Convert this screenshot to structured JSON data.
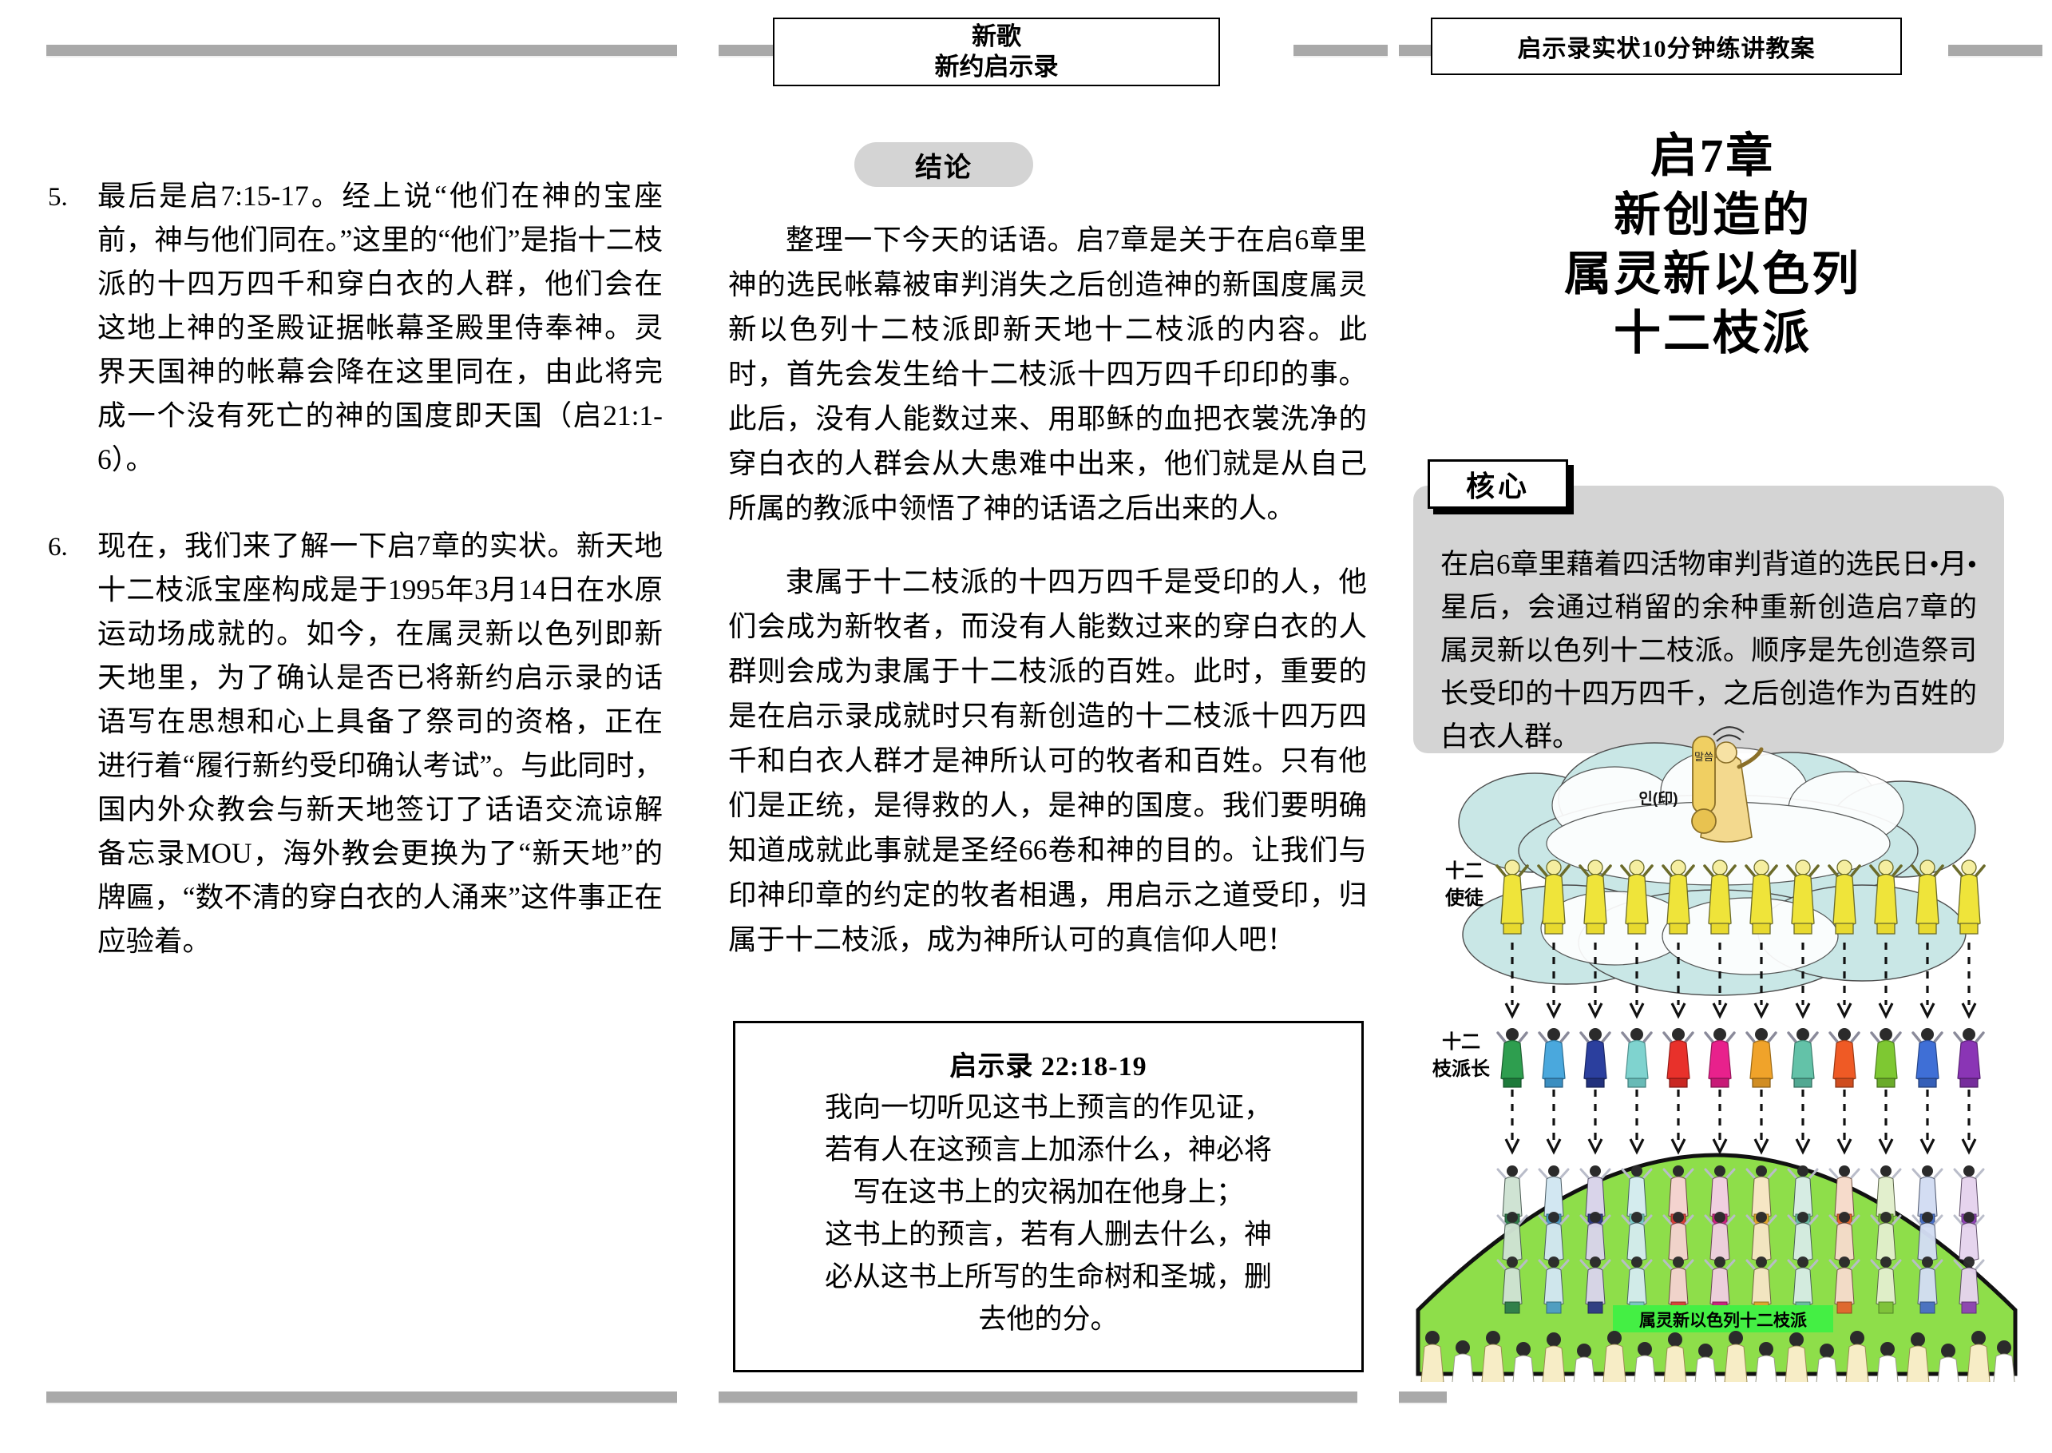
{
  "document": {
    "language": "zh-CN",
    "kind": "tri-fold-tract"
  },
  "left_panel": {
    "paragraphs": [
      {
        "number": "5.",
        "text": "最后是启7:15-17。经上说“他们在神的宝座前，神与他们同在。”这里的“他们”是指十二枝派的十四万四千和穿白衣的人群，他们会在这地上神的圣殿证据帐幕圣殿里侍奉神。灵界天国神的帐幕会降在这里同在，由此将完成一个没有死亡的神的国度即天国（启21:1-6）。"
      },
      {
        "number": "6.",
        "text": "现在，我们来了解一下启7章的实状。新天地十二枝派宝座构成是于1995年3月14日在水原运动场成就的。如今，在属灵新以色列即新天地里，为了确认是否已将新约启示录的话语写在思想和心上具备了祭司的资格，正在进行着“履行新约受印确认考试”。与此同时，国内外众教会与新天地签订了话语交流谅解备忘录MOU，海外教会更换为了“新天地”的牌匾，“数不清的穿白衣的人涌来”这件事正在应验着。"
      }
    ]
  },
  "center_panel": {
    "header": {
      "line1": "新歌",
      "line2": "新约启示录"
    },
    "section_badge": "结论",
    "paragraphs": [
      "整理一下今天的话语。启7章是关于在启6章里神的选民帐幕被审判消失之后创造神的新国度属灵新以色列十二枝派即新天地十二枝派的内容。此时，首先会发生给十二枝派十四万四千印印的事。此后，没有人能数过来、用耶稣的血把衣裳洗净的穿白衣的人群会从大患难中出来，他们就是从自己所属的教派中领悟了神的话语之后出来的人。",
      "隶属于十二枝派的十四万四千是受印的人，他们会成为新牧者，而没有人能数过来的穿白衣的人群则会成为隶属于十二枝派的百姓。此时，重要的是在启示录成就时只有新创造的十二枝派十四万四千和白衣人群才是神所认可的牧者和百姓。只有他们是正统，是得救的人，是神的国度。我们要明确知道成就此事就是圣经66卷和神的目的。让我们与印神印章的约定的牧者相遇，用启示之道受印，归属于十二枝派，成为神所认可的真信仰人吧！"
    ],
    "verse_box": {
      "reference": "启示录 22:18-19",
      "lines": [
        "我向一切听见这书上预言的作见证，",
        "若有人在这预言上加添什么，神必将",
        "写在这书上的灾祸加在他身上；",
        "这书上的预言，若有人删去什么，神",
        "必从这书上所写的生命树和圣城，删",
        "去他的分。"
      ]
    }
  },
  "right_panel": {
    "header": "启示录实状10分钟练讲教案",
    "title_lines": [
      "启7章",
      "新创造的",
      "属灵新以色列",
      "十二枝派"
    ],
    "core": {
      "tab_label": "核心",
      "text": "在启6章里藉着四活物审判背道的选民日•月•星后，会通过稍留的余种重新创造启7章的属灵新以色列十二枝派。顺序是先创造祭司长受印的十四万四千，之后创造作为百姓的白衣人群。"
    },
    "illustration": {
      "seal_label": "인(印)",
      "scroll_label": "말씀",
      "row_label_apostles": "十二\n使徒",
      "row_label_apostles_l1": "十二",
      "row_label_apostles_l2": "使徒",
      "row_label_tribe_heads_l1": "十二",
      "row_label_tribe_heads_l2": "枝派长",
      "banner_label": "属灵新以色列十二枝派",
      "apostle_count": 12,
      "tribe_head_count": 12,
      "tribe_head_colors": [
        "#2e9e4f",
        "#4aa8dd",
        "#2b3f9e",
        "#7fd3cf",
        "#e8312b",
        "#e8218c",
        "#f0a32a",
        "#63c2a8",
        "#ef5a25",
        "#7ec832",
        "#3f6fd6",
        "#8a35b5"
      ],
      "apostle_color": "#efe43a",
      "cloud_color": "#c9e7e6",
      "hill_color": "#8ede4a",
      "banner_color": "#44ef44"
    }
  },
  "colors": {
    "rule_gray": "#a9a9a9",
    "badge_gray": "#d4d4d4",
    "core_gray": "#d4d4d4",
    "ink": "#000000",
    "paper": "#ffffff"
  }
}
